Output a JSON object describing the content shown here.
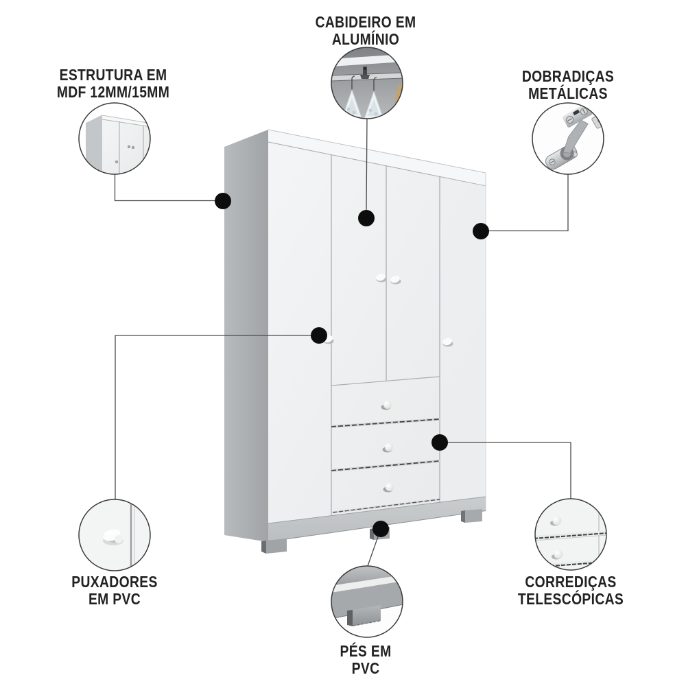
{
  "page": {
    "background": "#ffffff"
  },
  "style": {
    "label_color": "#222222",
    "dot_color": "#0d0d0d",
    "line_color": "#4a4a4a",
    "circle_border_color": "#3a3a3a",
    "furniture_light": "#f1f2f3",
    "furniture_side": "#aaaeb0"
  },
  "callouts": [
    {
      "id": "estrutura-mdf",
      "label_lines": [
        "ESTRUTURA EM",
        "MDF 12MM/15MM"
      ],
      "thumb": "wardrobe-structure-photo"
    },
    {
      "id": "cabideiro-aluminio",
      "label_lines": [
        "CABIDEIRO EM",
        "ALUMÍNIO"
      ],
      "thumb": "hanging-rod-photo"
    },
    {
      "id": "dobradicas-metalicas",
      "label_lines": [
        "DOBRADIÇAS",
        "METÁLICAS"
      ],
      "thumb": "metal-hinge-photo"
    },
    {
      "id": "puxadores-pvc",
      "label_lines": [
        "PUXADORES",
        "EM PVC"
      ],
      "thumb": "pvc-handle-photo"
    },
    {
      "id": "corredicas-telescopicas",
      "label_lines": [
        "CORREDIÇAS",
        "TELESCÓPICAS"
      ],
      "thumb": "drawer-slides-photo"
    },
    {
      "id": "pes-pvc",
      "label_lines": [
        "PÉS EM",
        "PVC"
      ],
      "thumb": "pvc-feet-photo"
    }
  ]
}
